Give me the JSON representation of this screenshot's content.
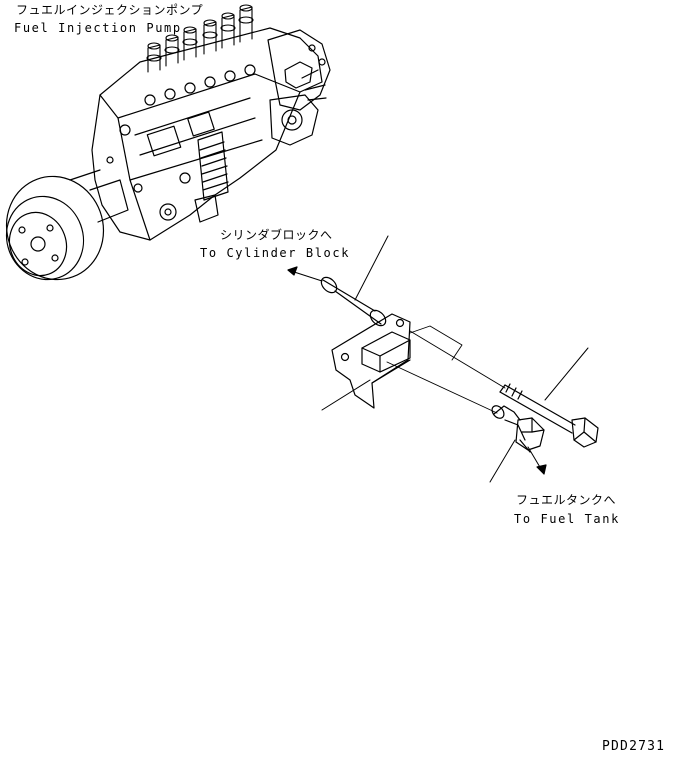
{
  "labels": {
    "pump_jp": "フュエルインジェクションポンプ",
    "pump_en": "Fuel Injection Pump",
    "cylinder_jp": "シリンダブロックへ",
    "cylinder_en": "To Cylinder Block",
    "tank_jp": "フュエルタンクへ",
    "tank_en": "To Fuel Tank",
    "drawing_code": "PDD2731"
  },
  "colors": {
    "line": "#000000",
    "background": "#ffffff"
  }
}
